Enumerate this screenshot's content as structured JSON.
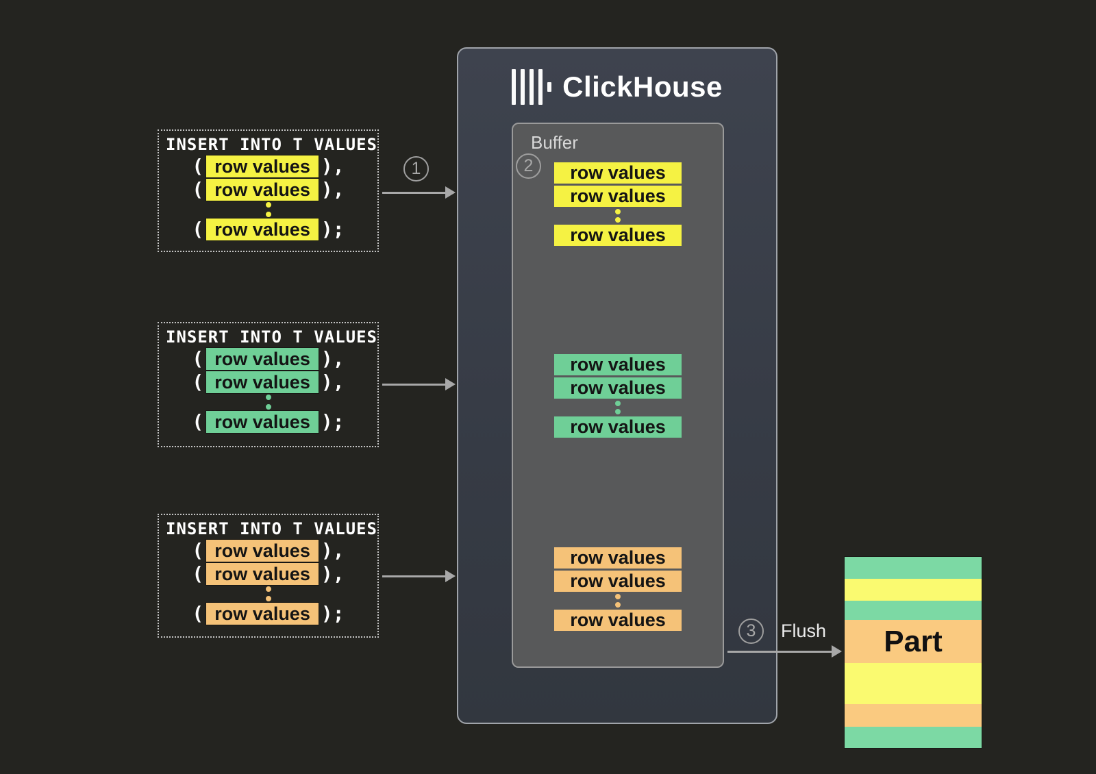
{
  "tokens": {
    "open": "(",
    "close_mid": "),",
    "close_end": ");"
  },
  "inserts": [
    {
      "title": "INSERT INTO T VALUES",
      "color": "#F5F243",
      "rows": [
        "row values",
        "row values",
        "row values"
      ]
    },
    {
      "title": "INSERT INTO T VALUES",
      "color": "#6FCF97",
      "rows": [
        "row values",
        "row values",
        "row values"
      ]
    },
    {
      "title": "INSERT INTO T VALUES",
      "color": "#F5C278",
      "rows": [
        "row values",
        "row values",
        "row values"
      ]
    }
  ],
  "steps": [
    "1",
    "2",
    "3"
  ],
  "clickhouse": {
    "title": "ClickHouse"
  },
  "buffer": {
    "label": "Buffer",
    "groups": [
      {
        "color": "#F5F243",
        "rows": [
          "row values",
          "row values",
          "row values"
        ]
      },
      {
        "color": "#6FCF97",
        "rows": [
          "row values",
          "row values",
          "row values"
        ]
      },
      {
        "color": "#F5C278",
        "rows": [
          "row values",
          "row values",
          "row values"
        ]
      }
    ]
  },
  "flush": {
    "label": "Flush"
  },
  "part": {
    "label": "Part",
    "stripes": [
      {
        "color": "#7CD9A4",
        "height": 32
      },
      {
        "color": "#FAFA70",
        "height": 32
      },
      {
        "color": "#7CD9A4",
        "height": 28
      },
      {
        "color": "#FACA80",
        "height": 63,
        "has_label": true
      },
      {
        "color": "#FAFA70",
        "height": 60
      },
      {
        "color": "#FACA80",
        "height": 33
      },
      {
        "color": "#7CD9A4",
        "height": 31
      }
    ]
  },
  "colors": {
    "background": "#242420",
    "clickhouse_box": "#3A3F49",
    "buffer_box": "#58595A",
    "arrow": "#A8A8A8",
    "yellow": "#F5F243",
    "green": "#6FCF97",
    "orange": "#F5C278"
  }
}
